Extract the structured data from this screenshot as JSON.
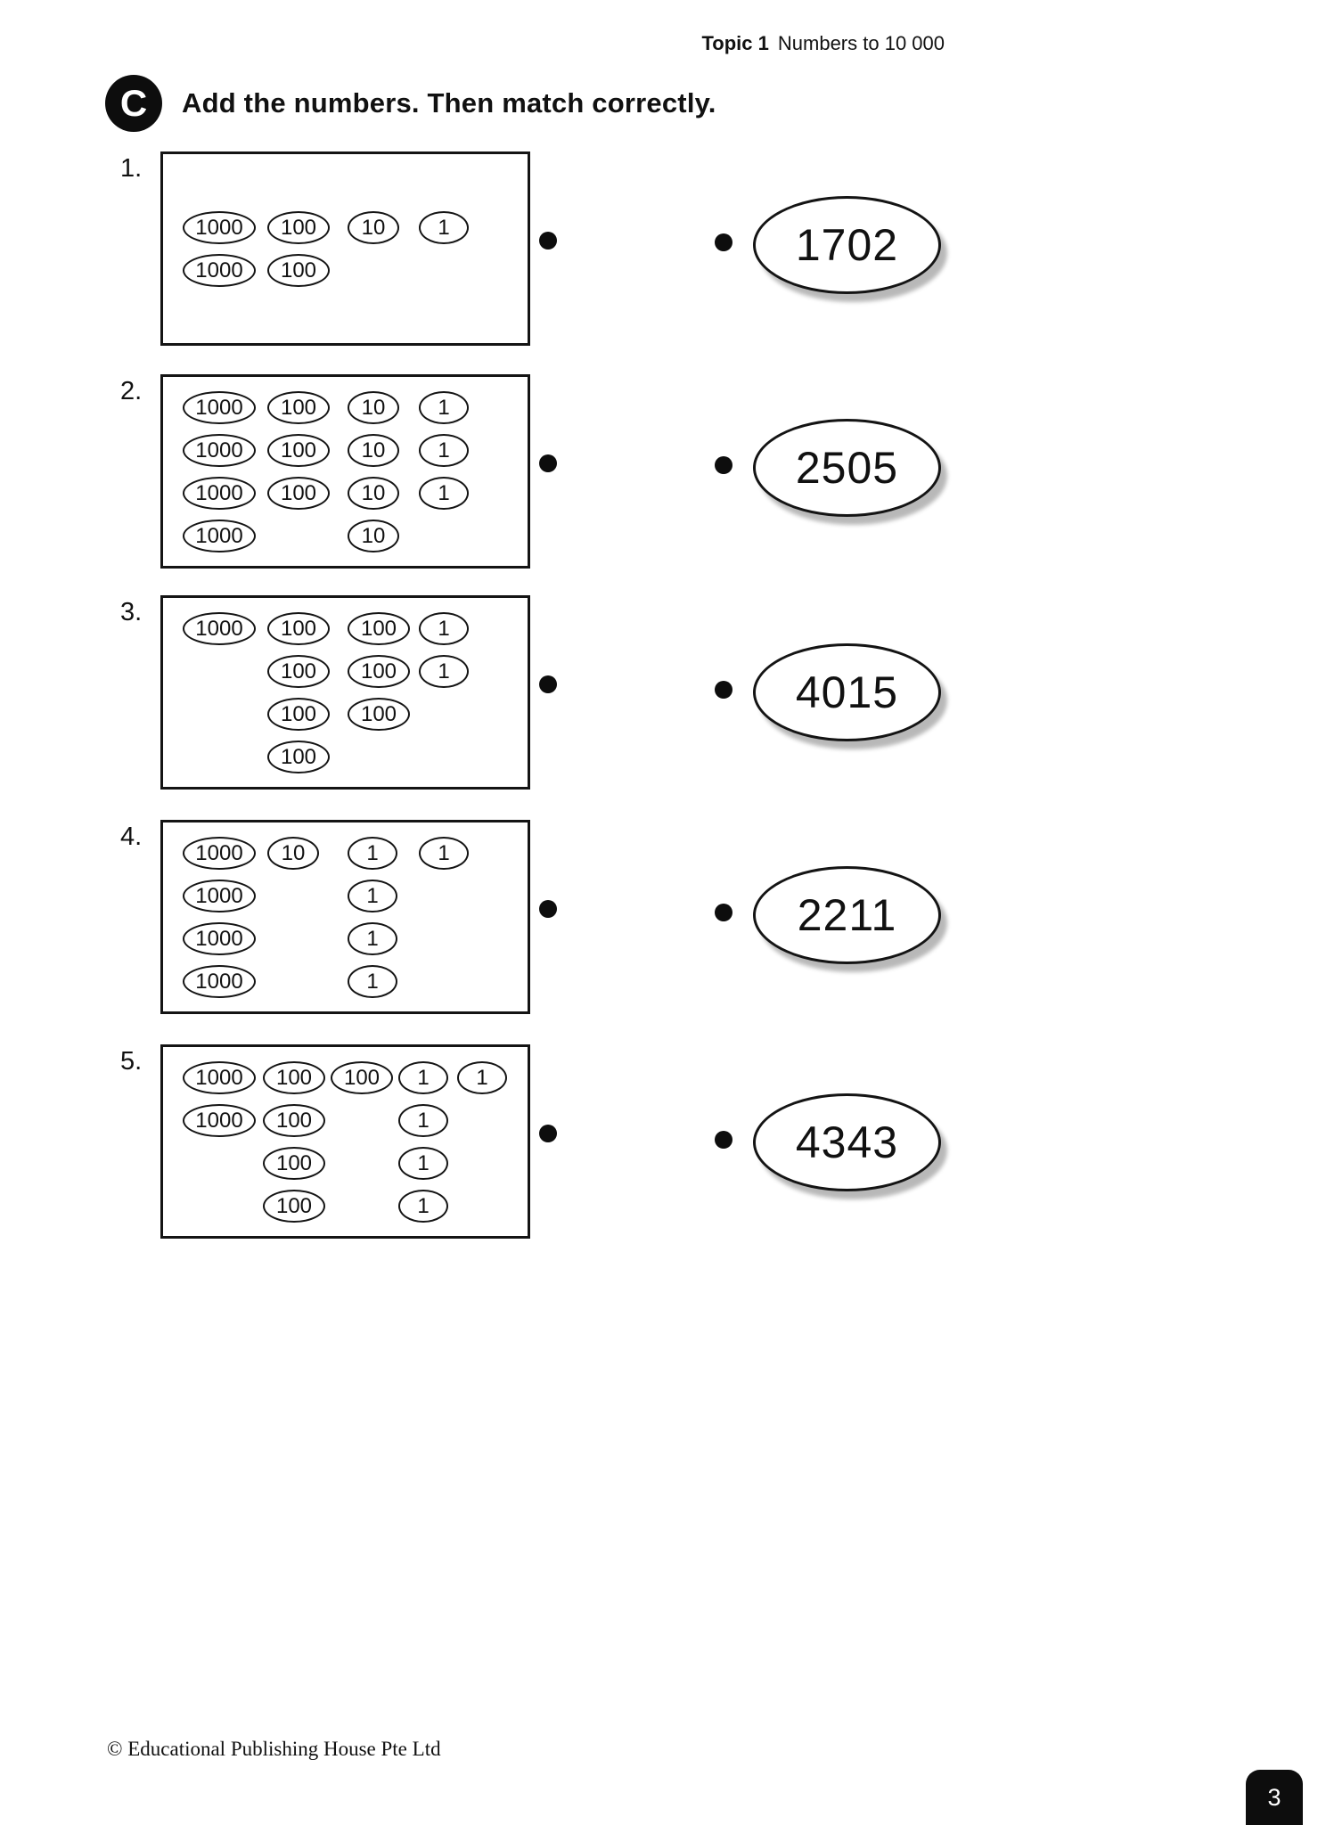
{
  "header": {
    "topic_label": "Topic 1",
    "topic_title": "Numbers to 10 000"
  },
  "section": {
    "badge": "C",
    "instruction": "Add the numbers. Then match correctly."
  },
  "problems": [
    {
      "number": "1.",
      "columns": 4,
      "rows": [
        [
          "1000",
          "100",
          "10",
          "1"
        ],
        [
          "1000",
          "100",
          "",
          ""
        ]
      ]
    },
    {
      "number": "2.",
      "columns": 4,
      "rows": [
        [
          "1000",
          "100",
          "10",
          "1"
        ],
        [
          "1000",
          "100",
          "10",
          "1"
        ],
        [
          "1000",
          "100",
          "10",
          "1"
        ],
        [
          "1000",
          "",
          "10",
          ""
        ]
      ]
    },
    {
      "number": "3.",
      "columns": 4,
      "rows": [
        [
          "1000",
          "100",
          "100",
          "1"
        ],
        [
          "",
          "100",
          "100",
          "1"
        ],
        [
          "",
          "100",
          "100",
          ""
        ],
        [
          "",
          "100",
          "",
          ""
        ]
      ]
    },
    {
      "number": "4.",
      "columns": 4,
      "rows": [
        [
          "1000",
          "10",
          "1",
          "1"
        ],
        [
          "1000",
          "",
          "1",
          ""
        ],
        [
          "1000",
          "",
          "1",
          ""
        ],
        [
          "1000",
          "",
          "1",
          ""
        ]
      ]
    },
    {
      "number": "5.",
      "columns": 5,
      "rows": [
        [
          "1000",
          "100",
          "100",
          "1",
          "1"
        ],
        [
          "1000",
          "100",
          "",
          "1",
          ""
        ],
        [
          "",
          "100",
          "",
          "1",
          ""
        ],
        [
          "",
          "100",
          "",
          "1",
          ""
        ]
      ]
    }
  ],
  "answers": [
    "1702",
    "2505",
    "4015",
    "2211",
    "4343"
  ],
  "footer": {
    "copyright": "© Educational Publishing House Pte Ltd",
    "page_number": "3"
  }
}
